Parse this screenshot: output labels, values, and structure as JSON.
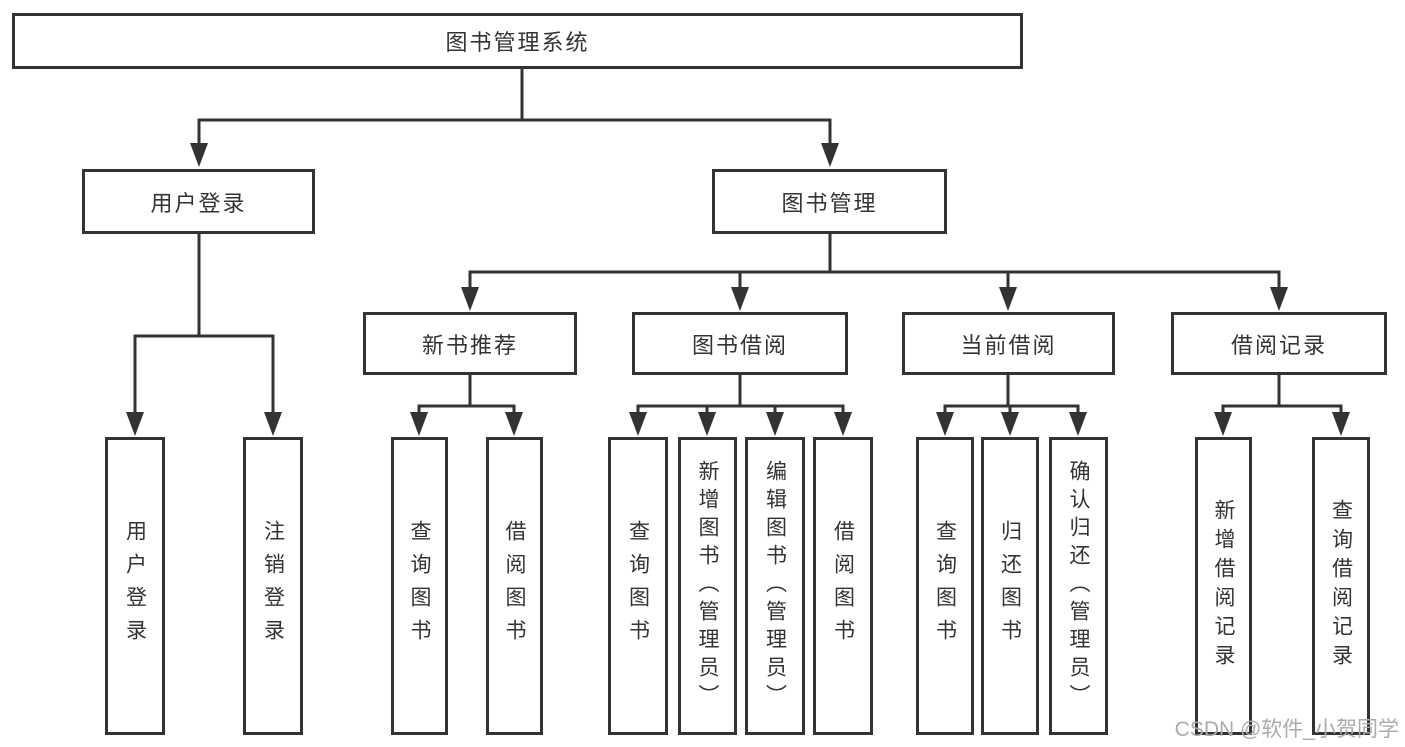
{
  "diagram": {
    "root": {
      "label": "图书管理系统"
    },
    "branches": [
      {
        "label": "用户登录",
        "children": [
          {
            "label": "用户登录"
          },
          {
            "label": "注销登录"
          }
        ]
      },
      {
        "label": "图书管理",
        "children": [
          {
            "label": "新书推荐",
            "children": [
              {
                "label": "查询图书"
              },
              {
                "label": "借阅图书"
              }
            ]
          },
          {
            "label": "图书借阅",
            "children": [
              {
                "label": "查询图书"
              },
              {
                "label": "新增图书（管理员）"
              },
              {
                "label": "编辑图书（管理员）"
              },
              {
                "label": "借阅图书"
              }
            ]
          },
          {
            "label": "当前借阅",
            "children": [
              {
                "label": "查询图书"
              },
              {
                "label": "归还图书"
              },
              {
                "label": "确认归还（管理员）"
              }
            ]
          },
          {
            "label": "借阅记录",
            "children": [
              {
                "label": "新增借阅记录"
              },
              {
                "label": "查询借阅记录"
              }
            ]
          }
        ]
      }
    ]
  },
  "watermark": {
    "text": "CSDN @软件_小贺同学"
  },
  "colors": {
    "line": "#333333",
    "text": "#333333",
    "watermark": "#ABABAB",
    "background": "#FFFFFF"
  }
}
